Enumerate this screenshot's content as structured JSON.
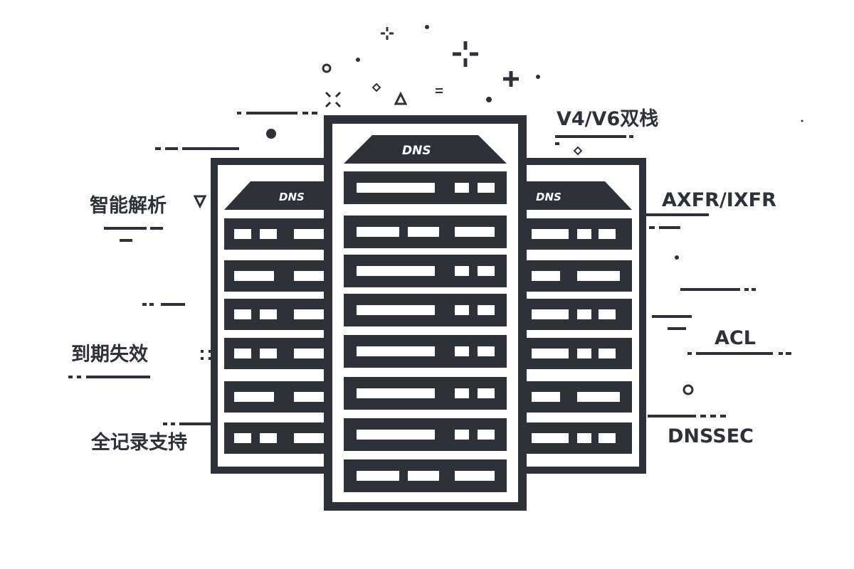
{
  "brand": "DNS",
  "features_left": [
    "智能解析",
    "到期失效",
    "全记录支持"
  ],
  "features_right": [
    "V4/V6双栈",
    "AXFR/IXFR",
    "ACL",
    "DNSSEC"
  ],
  "colors": {
    "ink": "#2e3138",
    "background": "#ffffff"
  }
}
